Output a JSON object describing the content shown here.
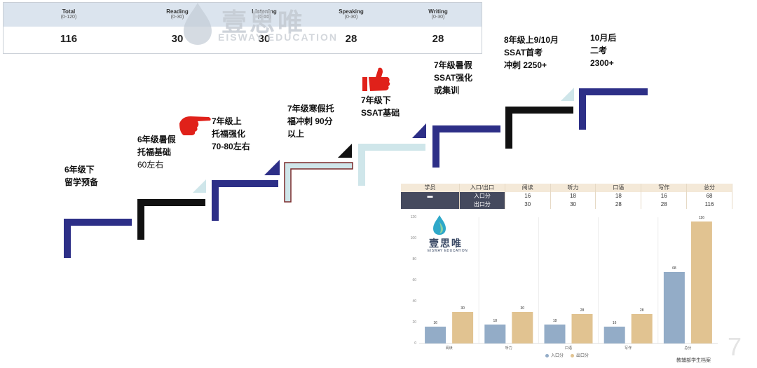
{
  "score_report": {
    "columns": [
      {
        "name": "Total",
        "range": "(0-120)",
        "value": "116"
      },
      {
        "name": "Reading",
        "range": "(0-30)",
        "value": "30"
      },
      {
        "name": "Listening",
        "range": "(0-30)",
        "value": "30"
      },
      {
        "name": "Speaking",
        "range": "(0-30)",
        "value": "28"
      },
      {
        "name": "Writing",
        "range": "(0-30)",
        "value": "28"
      }
    ],
    "watermark": "壹思唯",
    "watermark_sub": "EISWAY EDUCATION"
  },
  "stages": [
    {
      "line1": "6年级下",
      "line2": "留学预备",
      "line3": ""
    },
    {
      "line1": "6年级暑假",
      "line2": "托福基础",
      "line3": "60左右"
    },
    {
      "line1": "7年级上",
      "line2": "托福强化",
      "line3": "70-80左右"
    },
    {
      "line1": "7年级寒假托",
      "line2": "福冲刺 90分",
      "line3": "以上"
    },
    {
      "line1": "7年级下",
      "line2": "SSAT基础",
      "line3": ""
    },
    {
      "line1": "7年级暑假",
      "line2": "SSAT强化",
      "line3": "或集训"
    },
    {
      "line1": "8年级上9/10月",
      "line2": "SSAT首考",
      "line3": "冲刺 2250+"
    },
    {
      "line1": "10月后",
      "line2": "二考",
      "line3": "2300+"
    }
  ],
  "colors": {
    "navy": "#2d2f87",
    "black": "#111111",
    "light": "#cfe6ea",
    "outline": "#7a2a2a",
    "red": "#e0211a",
    "in_bar": "#93acc7",
    "out_bar": "#e1c391"
  },
  "chart_panel": {
    "brand": "壹思唯",
    "brand_sub": "EISWAY EDUCATION",
    "table_header": [
      "学员",
      "入口/出口",
      "阅读",
      "听力",
      "口语",
      "写作",
      "总分"
    ],
    "table_rows": [
      {
        "label": "入口分",
        "values": [
          "16",
          "18",
          "18",
          "16",
          "68"
        ]
      },
      {
        "label": "出口分",
        "values": [
          "30",
          "30",
          "28",
          "28",
          "116"
        ]
      }
    ],
    "footer": "教辅部学生档案",
    "page_number": "7"
  },
  "chart_data": {
    "type": "bar",
    "categories": [
      "阅读",
      "听力",
      "口语",
      "写作",
      "总分"
    ],
    "series": [
      {
        "name": "入口分",
        "values": [
          16,
          18,
          18,
          16,
          68
        ]
      },
      {
        "name": "出口分",
        "values": [
          30,
          30,
          28,
          28,
          116
        ]
      }
    ],
    "yticks": [
      "0",
      "20",
      "40",
      "60",
      "80",
      "100",
      "120"
    ],
    "ylim": [
      0,
      120
    ],
    "grid": true,
    "legend": "bottom"
  }
}
